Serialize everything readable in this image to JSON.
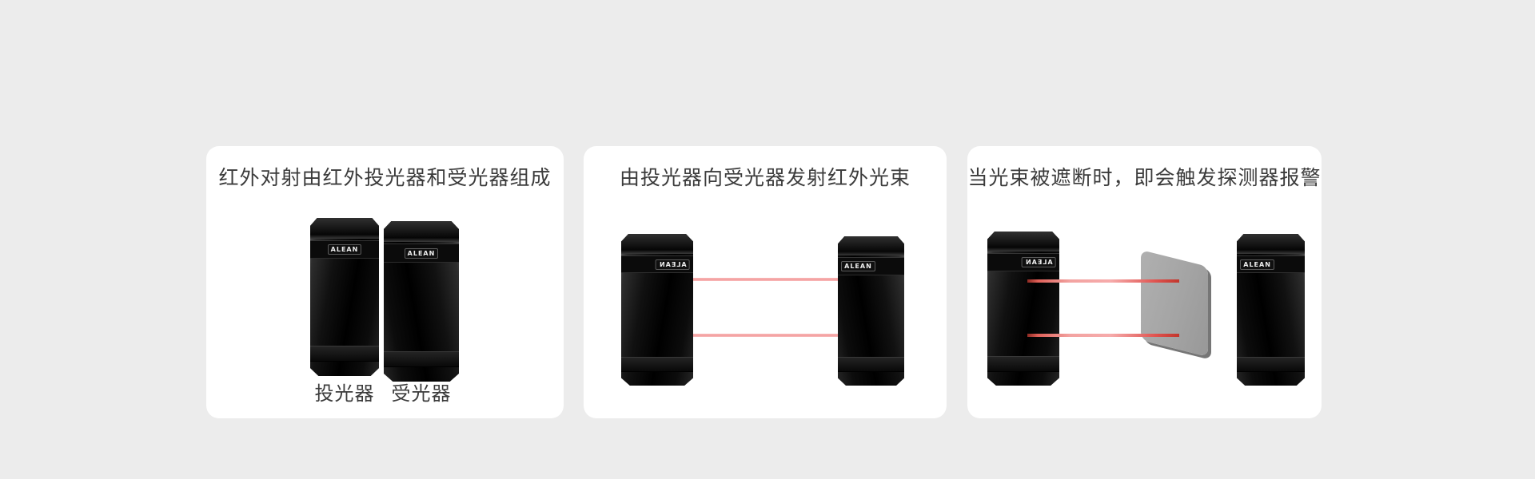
{
  "page": {
    "background_color": "#ececec",
    "card_color": "#ffffff"
  },
  "colors": {
    "title_text": "#3b3b3b",
    "label_text": "#3c3c3c",
    "beam_pink": "#f29c9c",
    "beam_red_blocked": "#c2362c",
    "brand_text": "#efefef",
    "device_black": "#0b0b0b",
    "blocker_gray": "#a4a4a4"
  },
  "cards": [
    {
      "title": "红外对射由红外投光器和受光器组成",
      "devices": [
        {
          "brand": "ALEAN",
          "label": "投光器"
        },
        {
          "brand": "ALEAN",
          "label": "受光器"
        }
      ]
    },
    {
      "title": "由投光器向受光器发射红外光束",
      "devices": [
        {
          "brand": "ALEAN"
        },
        {
          "brand": "ALEAN"
        }
      ],
      "beam_count": 2
    },
    {
      "title": "当光束被遮断时，即会触发探测器报警",
      "devices": [
        {
          "brand": "ALEAN"
        },
        {
          "brand": "ALEAN"
        }
      ],
      "beam_count": 2,
      "has_blocker": true
    }
  ]
}
